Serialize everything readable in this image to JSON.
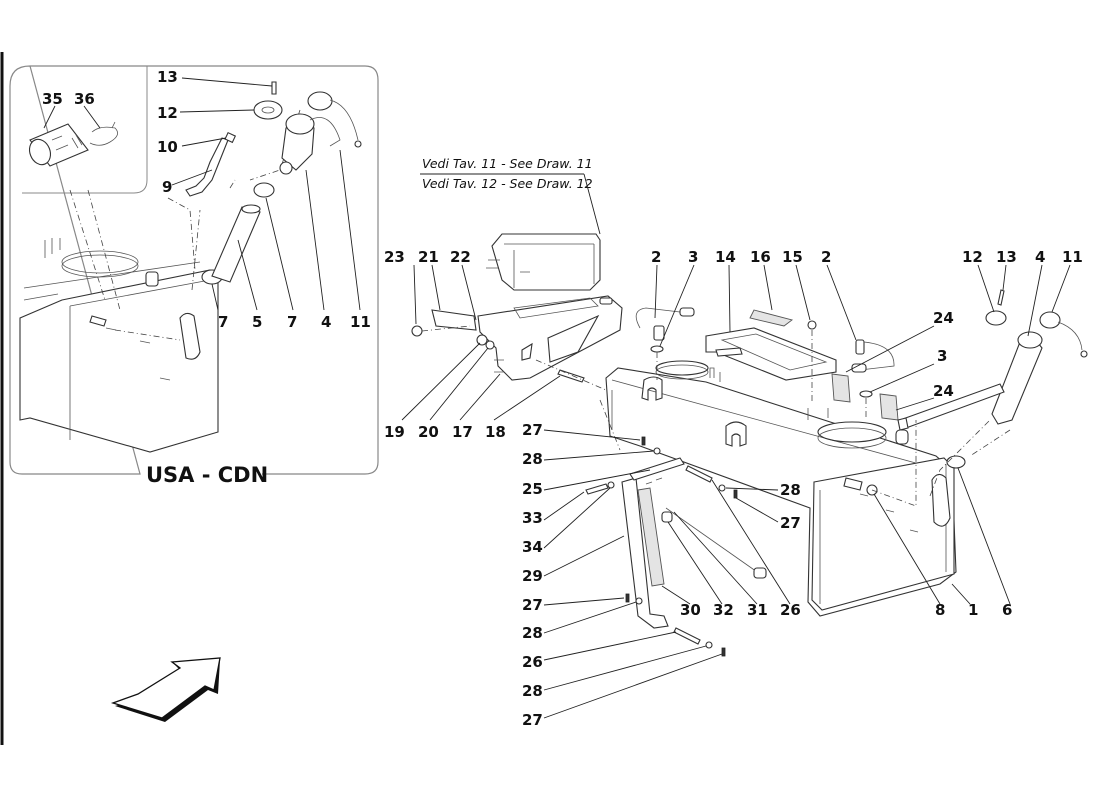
{
  "diagram": {
    "subject": "Fuel tank assembly exploded parts diagram",
    "inset": {
      "title": "USA - CDN",
      "labels": {
        "p35": "35",
        "p36": "36",
        "p13": "13",
        "p12": "12",
        "p10": "10",
        "p9": "9",
        "p7a": "7",
        "p5": "5",
        "p7b": "7",
        "p4": "4",
        "p11": "11"
      }
    },
    "references": {
      "line1": "Vedi Tav. 11 - See Draw. 11",
      "line2": "Vedi Tav. 12 - See Draw. 12"
    },
    "labels": {
      "p23": "23",
      "p21": "21",
      "p22": "22",
      "p19": "19",
      "p20": "20",
      "p17": "17",
      "p18": "18",
      "p2a": "2",
      "p3a": "3",
      "p14": "14",
      "p16": "16",
      "p15": "15",
      "p2b": "2",
      "p24a": "24",
      "p3b": "3",
      "p24b": "24",
      "p12": "12",
      "p13": "13",
      "p4": "4",
      "p11": "11",
      "p27a": "27",
      "p28a": "28",
      "p25": "25",
      "p33": "33",
      "p34": "34",
      "p29": "29",
      "p27b": "27",
      "p28b": "28",
      "p26a": "26",
      "p28c": "28",
      "p27c": "27",
      "p28d": "28",
      "p27d": "27",
      "p30": "30",
      "p32": "32",
      "p31": "31",
      "p26b": "26",
      "p8": "8",
      "p1": "1",
      "p6": "6"
    },
    "icons": {
      "direction_arrow": "arrow-forward-direction-icon"
    }
  }
}
